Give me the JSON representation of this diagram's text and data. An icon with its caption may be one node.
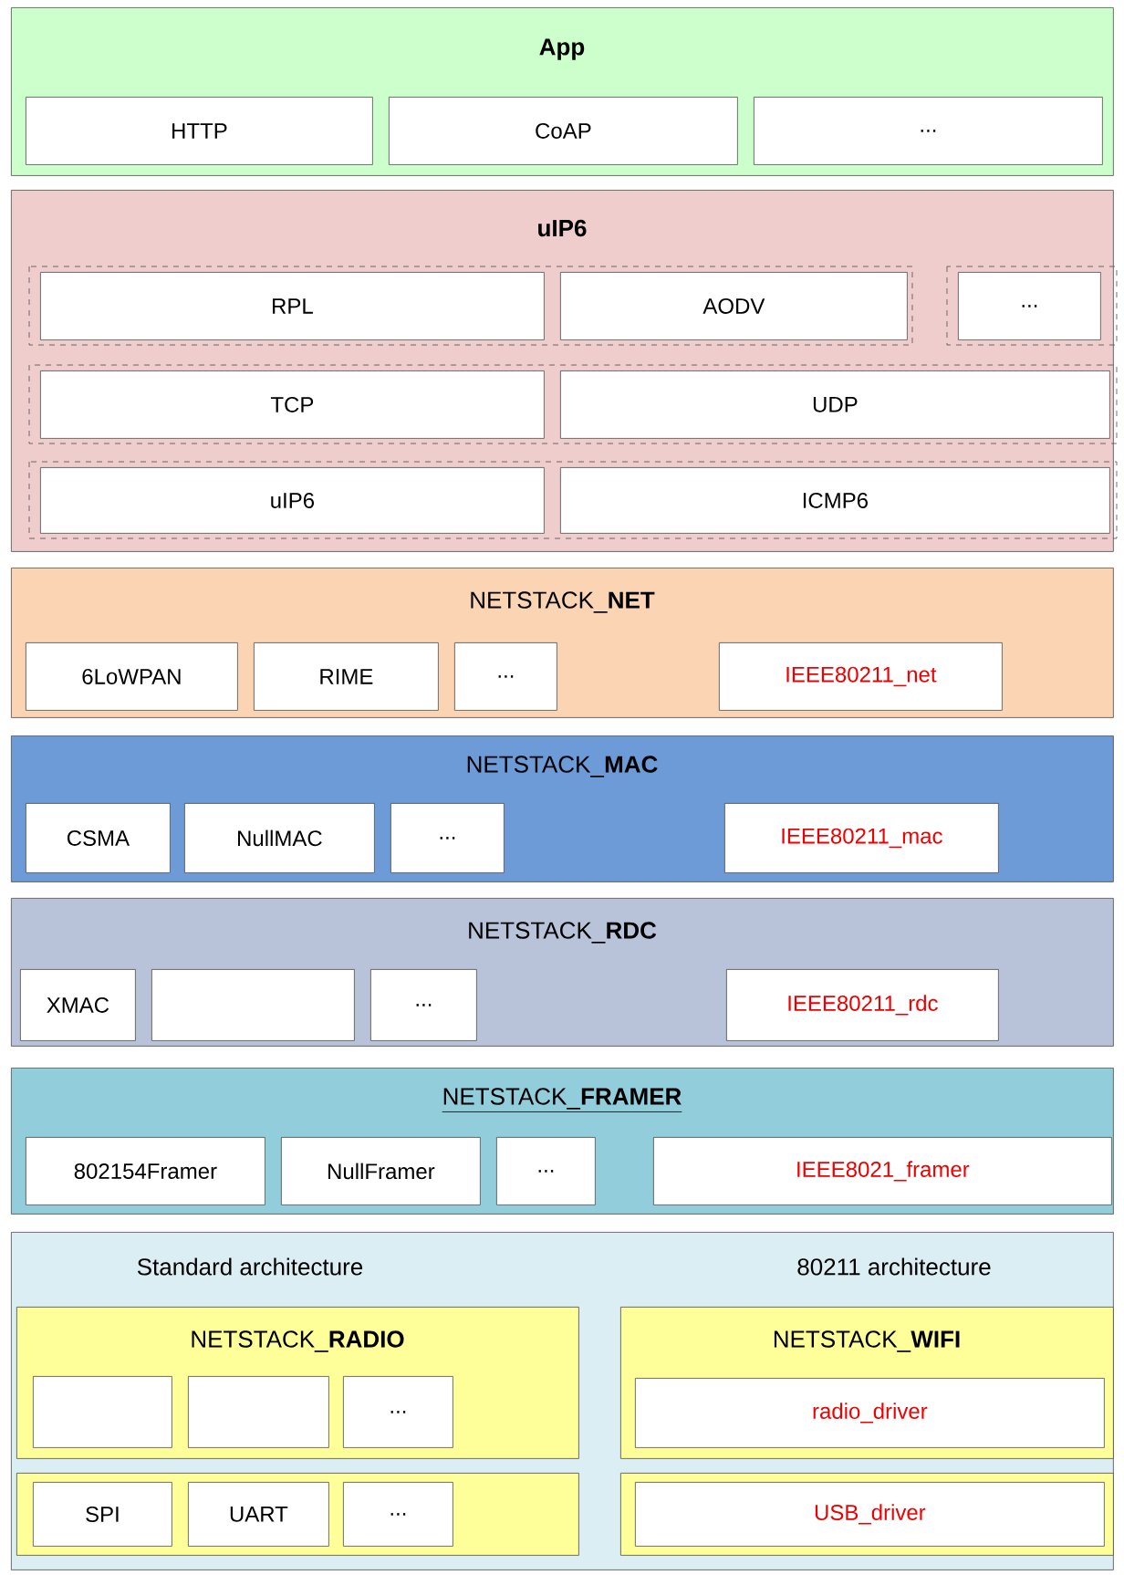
{
  "diagram": {
    "nodes": [
      {
        "text": [
          "App"
        ]
      },
      {
        "text": [
          "HTTP"
        ],
        "in": 0
      },
      {
        "text": [
          "CoAP"
        ],
        "in": 0
      },
      {
        "text": [
          "..."
        ],
        "in": 0
      },
      {
        "text": [
          "uIP6"
        ]
      },
      {
        "text": [
          "RPL"
        ],
        "in": 4
      },
      {
        "text": [
          "AODV"
        ],
        "in": 4
      },
      {
        "text": [
          "..."
        ],
        "in": 4
      },
      {
        "text": [
          "TCP"
        ],
        "in": 4
      },
      {
        "text": [
          "UDP"
        ],
        "in": 4
      },
      {
        "text": [
          "uIP6"
        ],
        "in": 4
      },
      {
        "text": [
          "ICMP6"
        ],
        "in": 4
      },
      {
        "text": [
          "NETSTACK_**NET**"
        ]
      },
      {
        "text": [
          "6LoWPAN"
        ],
        "in": 12
      },
      {
        "text": [
          "RIME"
        ],
        "in": 12
      },
      {
        "text": [
          "..."
        ],
        "in": 12
      },
      {
        "text": [
          "IEEE80211_net"
        ],
        "in": 12
      },
      {
        "text": [
          "NETSTACK_**MAC**"
        ]
      },
      {
        "text": [
          "CSMA"
        ],
        "in": 17
      },
      {
        "text": [
          "NullMAC"
        ],
        "in": 17
      },
      {
        "text": [
          "..."
        ],
        "in": 17
      },
      {
        "text": [
          "IEEE80211_mac"
        ],
        "in": 17
      },
      {
        "text": [
          "NETSTACK_**RDC**"
        ]
      },
      {
        "text": [
          "XMAC"
        ],
        "in": 22
      },
      {
        "text": [],
        "shape": "box",
        "in": 22
      },
      {
        "text": [
          "..."
        ],
        "in": 22
      },
      {
        "text": [
          "IEEE80211_rdc"
        ],
        "in": 22
      },
      {
        "text": [
          "NETSTACK_**FRAMER**"
        ]
      },
      {
        "text": [
          "802154Framer"
        ],
        "in": 27
      },
      {
        "text": [
          "NullFramer"
        ],
        "in": 27
      },
      {
        "text": [
          "..."
        ],
        "in": 27
      },
      {
        "text": [
          "IEEE8021_framer"
        ],
        "in": 27
      },
      {
        "text": [
          "Standard architecture",
          "80211 architecture"
        ]
      },
      {
        "text": [
          "NETSTACK_**RADIO**"
        ],
        "in": 32
      },
      {
        "text": [],
        "shape": "box",
        "in": 33
      },
      {
        "text": [],
        "shape": "box",
        "in": 33
      },
      {
        "text": [
          "..."
        ],
        "in": 33
      },
      {
        "text": [],
        "shape": "box",
        "in": 32
      },
      {
        "text": [
          "SPI"
        ],
        "in": 37
      },
      {
        "text": [
          "UART"
        ],
        "in": 37
      },
      {
        "text": [
          "..."
        ],
        "in": 37
      },
      {
        "text": [
          "NETSTACK_**WIFI**"
        ],
        "in": 32
      },
      {
        "text": [
          "radio_driver"
        ],
        "in": 41
      },
      {
        "text": [],
        "shape": "box",
        "in": 32
      },
      {
        "text": [
          "USB_driver"
        ],
        "in": 43
      }
    ]
  }
}
